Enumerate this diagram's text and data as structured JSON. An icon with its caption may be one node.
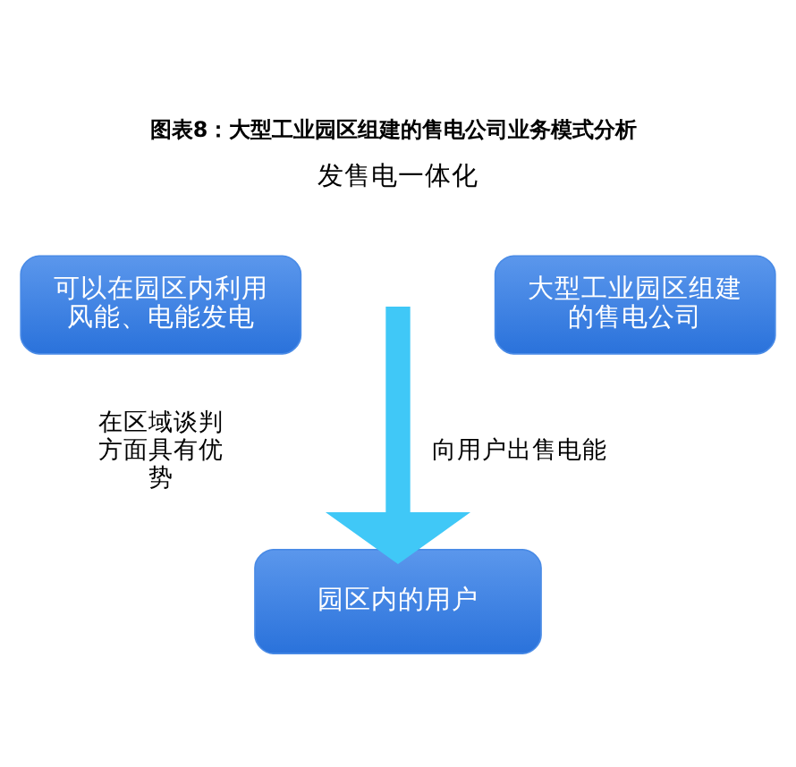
{
  "diagram": {
    "title": "图表8：大型工业园区组建的售电公司业务模式分析",
    "nodes": [
      {
        "text": [
          "可以在园区内利用风能、电能发电"
        ]
      },
      {
        "text": [
          "大型工业园区组建的售电公司"
        ]
      },
      {
        "text": [
          "园区内的用户"
        ]
      }
    ],
    "edges": [
      {
        "from": null,
        "to": 2,
        "arrow": "to",
        "label": "向用户出售电能"
      }
    ],
    "labels": [
      "发售电一体化",
      "在区域谈判方面具有优势"
    ]
  }
}
